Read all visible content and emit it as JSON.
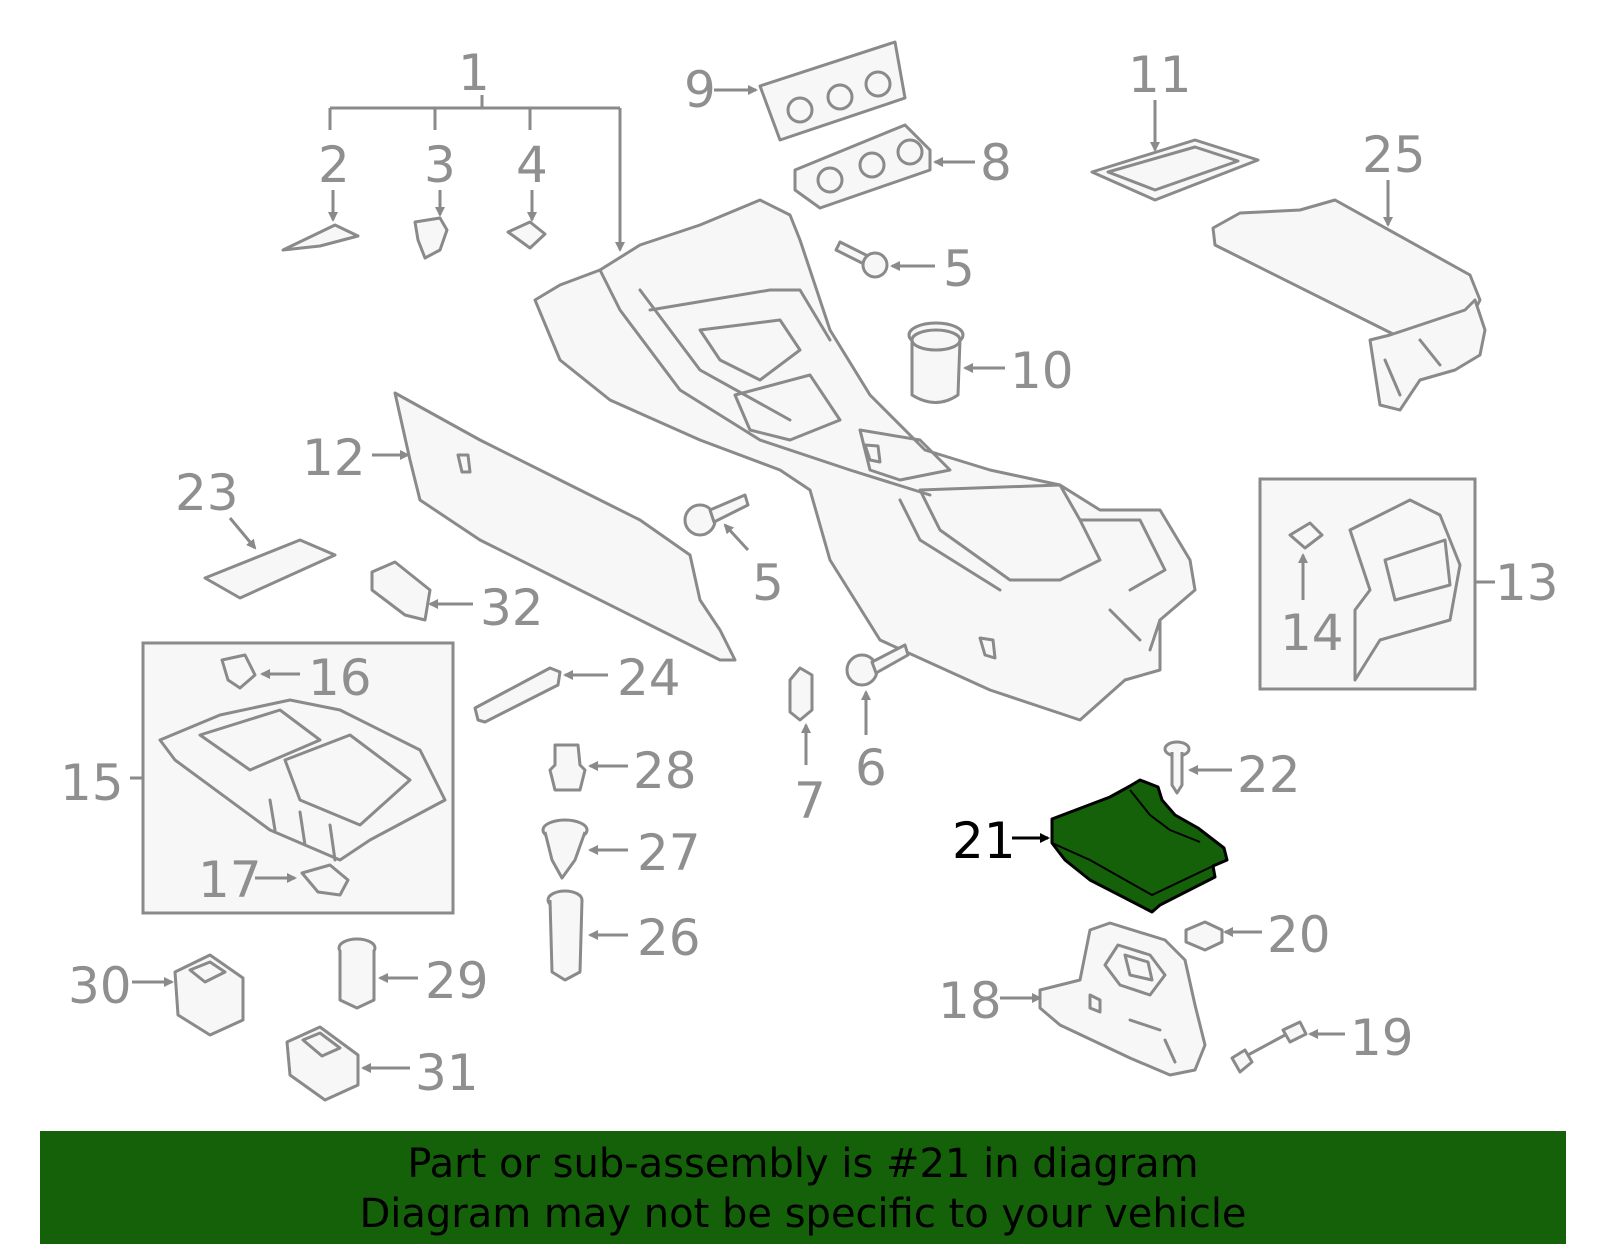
{
  "colors": {
    "highlight": "#146109",
    "line": "#8a8a8a",
    "label": "#8f8f8f",
    "banner_bg": "#146109",
    "banner_text": "#000000"
  },
  "highlighted_part": "21",
  "labels": {
    "p1": "1",
    "p2": "2",
    "p3": "3",
    "p4": "4",
    "p5a": "5",
    "p5b": "5",
    "p6": "6",
    "p7": "7",
    "p8": "8",
    "p9": "9",
    "p10": "10",
    "p11": "11",
    "p12": "12",
    "p13": "13",
    "p14": "14",
    "p15": "15",
    "p16": "16",
    "p17": "17",
    "p18": "18",
    "p19": "19",
    "p20": "20",
    "p21": "21",
    "p22": "22",
    "p23": "23",
    "p24": "24",
    "p25": "25",
    "p26": "26",
    "p27": "27",
    "p28": "28",
    "p29": "29",
    "p30": "30",
    "p31": "31",
    "p32": "32"
  },
  "banner": {
    "line1": "Part or sub-assembly is #21 in diagram",
    "line2": "Diagram may not be specific to your vehicle"
  }
}
